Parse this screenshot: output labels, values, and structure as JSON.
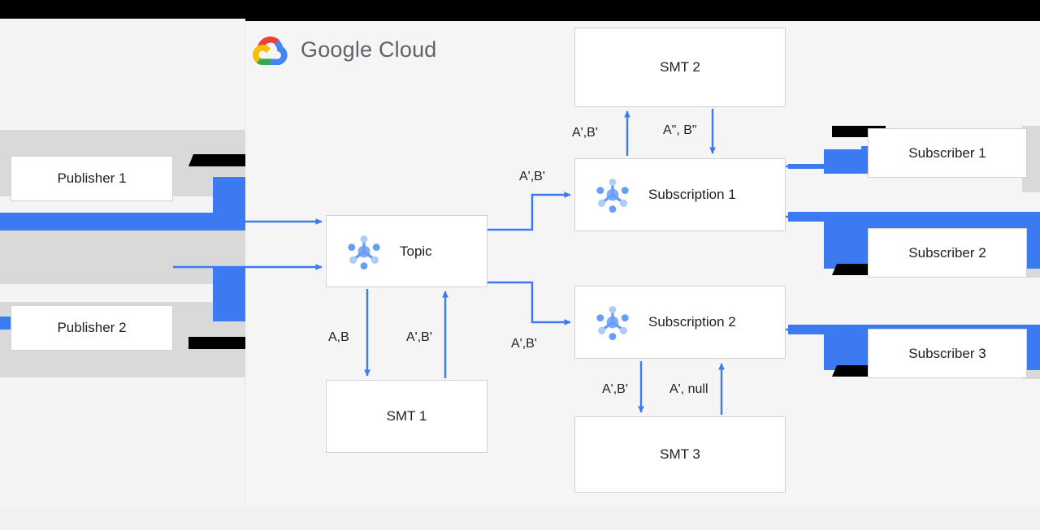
{
  "brand": {
    "name_google": "Google",
    "name_cloud": "Cloud",
    "logo_icon": "google-cloud-logo-icon",
    "colors": {
      "blue": "#4285f4",
      "wire_blue": "#3b7af1",
      "red": "#ea4335",
      "yellow": "#fbbc04",
      "green": "#34a853",
      "text": "#202124",
      "wordmark": "#5f6368",
      "box_border": "#d2d2d2",
      "canvas_bg": "#f5f5f5",
      "page_bg": "#f4f4f4",
      "glitch_gray": "#d9d9d9",
      "redaction_black": "#000000"
    }
  },
  "diagram": {
    "type": "pubsub-smt-architecture",
    "nodes": [
      {
        "id": "publisher1",
        "label": "Publisher 1",
        "icon": null
      },
      {
        "id": "publisher2",
        "label": "Publisher 2",
        "icon": null
      },
      {
        "id": "topic",
        "label": "Topic",
        "icon": "pubsub-topic-icon"
      },
      {
        "id": "smt1",
        "label": "SMT 1",
        "icon": null
      },
      {
        "id": "smt2",
        "label": "SMT 2",
        "icon": null
      },
      {
        "id": "smt3",
        "label": "SMT 3",
        "icon": null
      },
      {
        "id": "sub1",
        "label": "Subscription 1",
        "icon": "pubsub-subscription-icon"
      },
      {
        "id": "sub2",
        "label": "Subscription 2",
        "icon": "pubsub-subscription-icon"
      },
      {
        "id": "subscriber1",
        "label": "Subscriber 1",
        "icon": null
      },
      {
        "id": "subscriber2",
        "label": "Subscriber 2",
        "icon": null
      },
      {
        "id": "subscriber3",
        "label": "Subscriber 3",
        "icon": null
      }
    ],
    "edge_labels": {
      "topic_to_smt1": "A,B",
      "smt1_to_topic": "A',B'",
      "topic_to_sub1": "A',B'",
      "topic_to_sub2": "A',B'",
      "sub1_to_smt2": "A',B'",
      "smt2_to_sub1": "A\", B\"",
      "sub2_to_smt3": "A',B'",
      "smt3_to_sub2": "A', null"
    },
    "edges": [
      {
        "from": "publisher1",
        "to": "topic",
        "label": ""
      },
      {
        "from": "publisher2",
        "to": "topic",
        "label": ""
      },
      {
        "from": "topic",
        "to": "smt1",
        "label": "A,B"
      },
      {
        "from": "smt1",
        "to": "topic",
        "label": "A',B'"
      },
      {
        "from": "topic",
        "to": "sub1",
        "label": "A',B'"
      },
      {
        "from": "topic",
        "to": "sub2",
        "label": "A',B'"
      },
      {
        "from": "sub1",
        "to": "smt2",
        "label": "A',B'"
      },
      {
        "from": "smt2",
        "to": "sub1",
        "label": "A\", B\""
      },
      {
        "from": "sub2",
        "to": "smt3",
        "label": "A',B'"
      },
      {
        "from": "smt3",
        "to": "sub2",
        "label": "A', null"
      },
      {
        "from": "sub1",
        "to": "subscriber1",
        "label": ""
      },
      {
        "from": "sub1",
        "to": "subscriber2",
        "label": ""
      },
      {
        "from": "sub2",
        "to": "subscriber3",
        "label": ""
      }
    ]
  }
}
